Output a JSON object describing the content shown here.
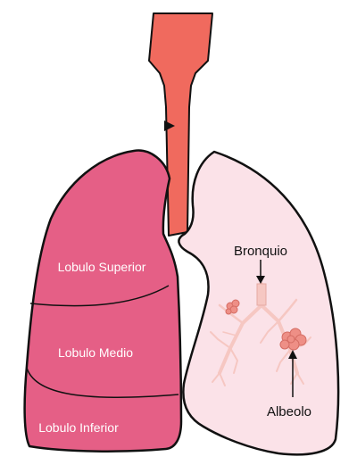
{
  "diagram": {
    "labels": {
      "upper_lobe": "Lobulo Superior",
      "middle_lobe": "Lobulo Medio",
      "lower_lobe": "Lobulo Inferior",
      "bronchus": "Bronquio",
      "alveolus": "Albeolo"
    },
    "colors": {
      "trachea": "#f06a5e",
      "right_lung": "#e55f86",
      "left_lung": "#fbe2e8",
      "bronchi_tree": "#f6c7c2",
      "alveoli": "#ee8f86",
      "outline": "#111111"
    }
  }
}
